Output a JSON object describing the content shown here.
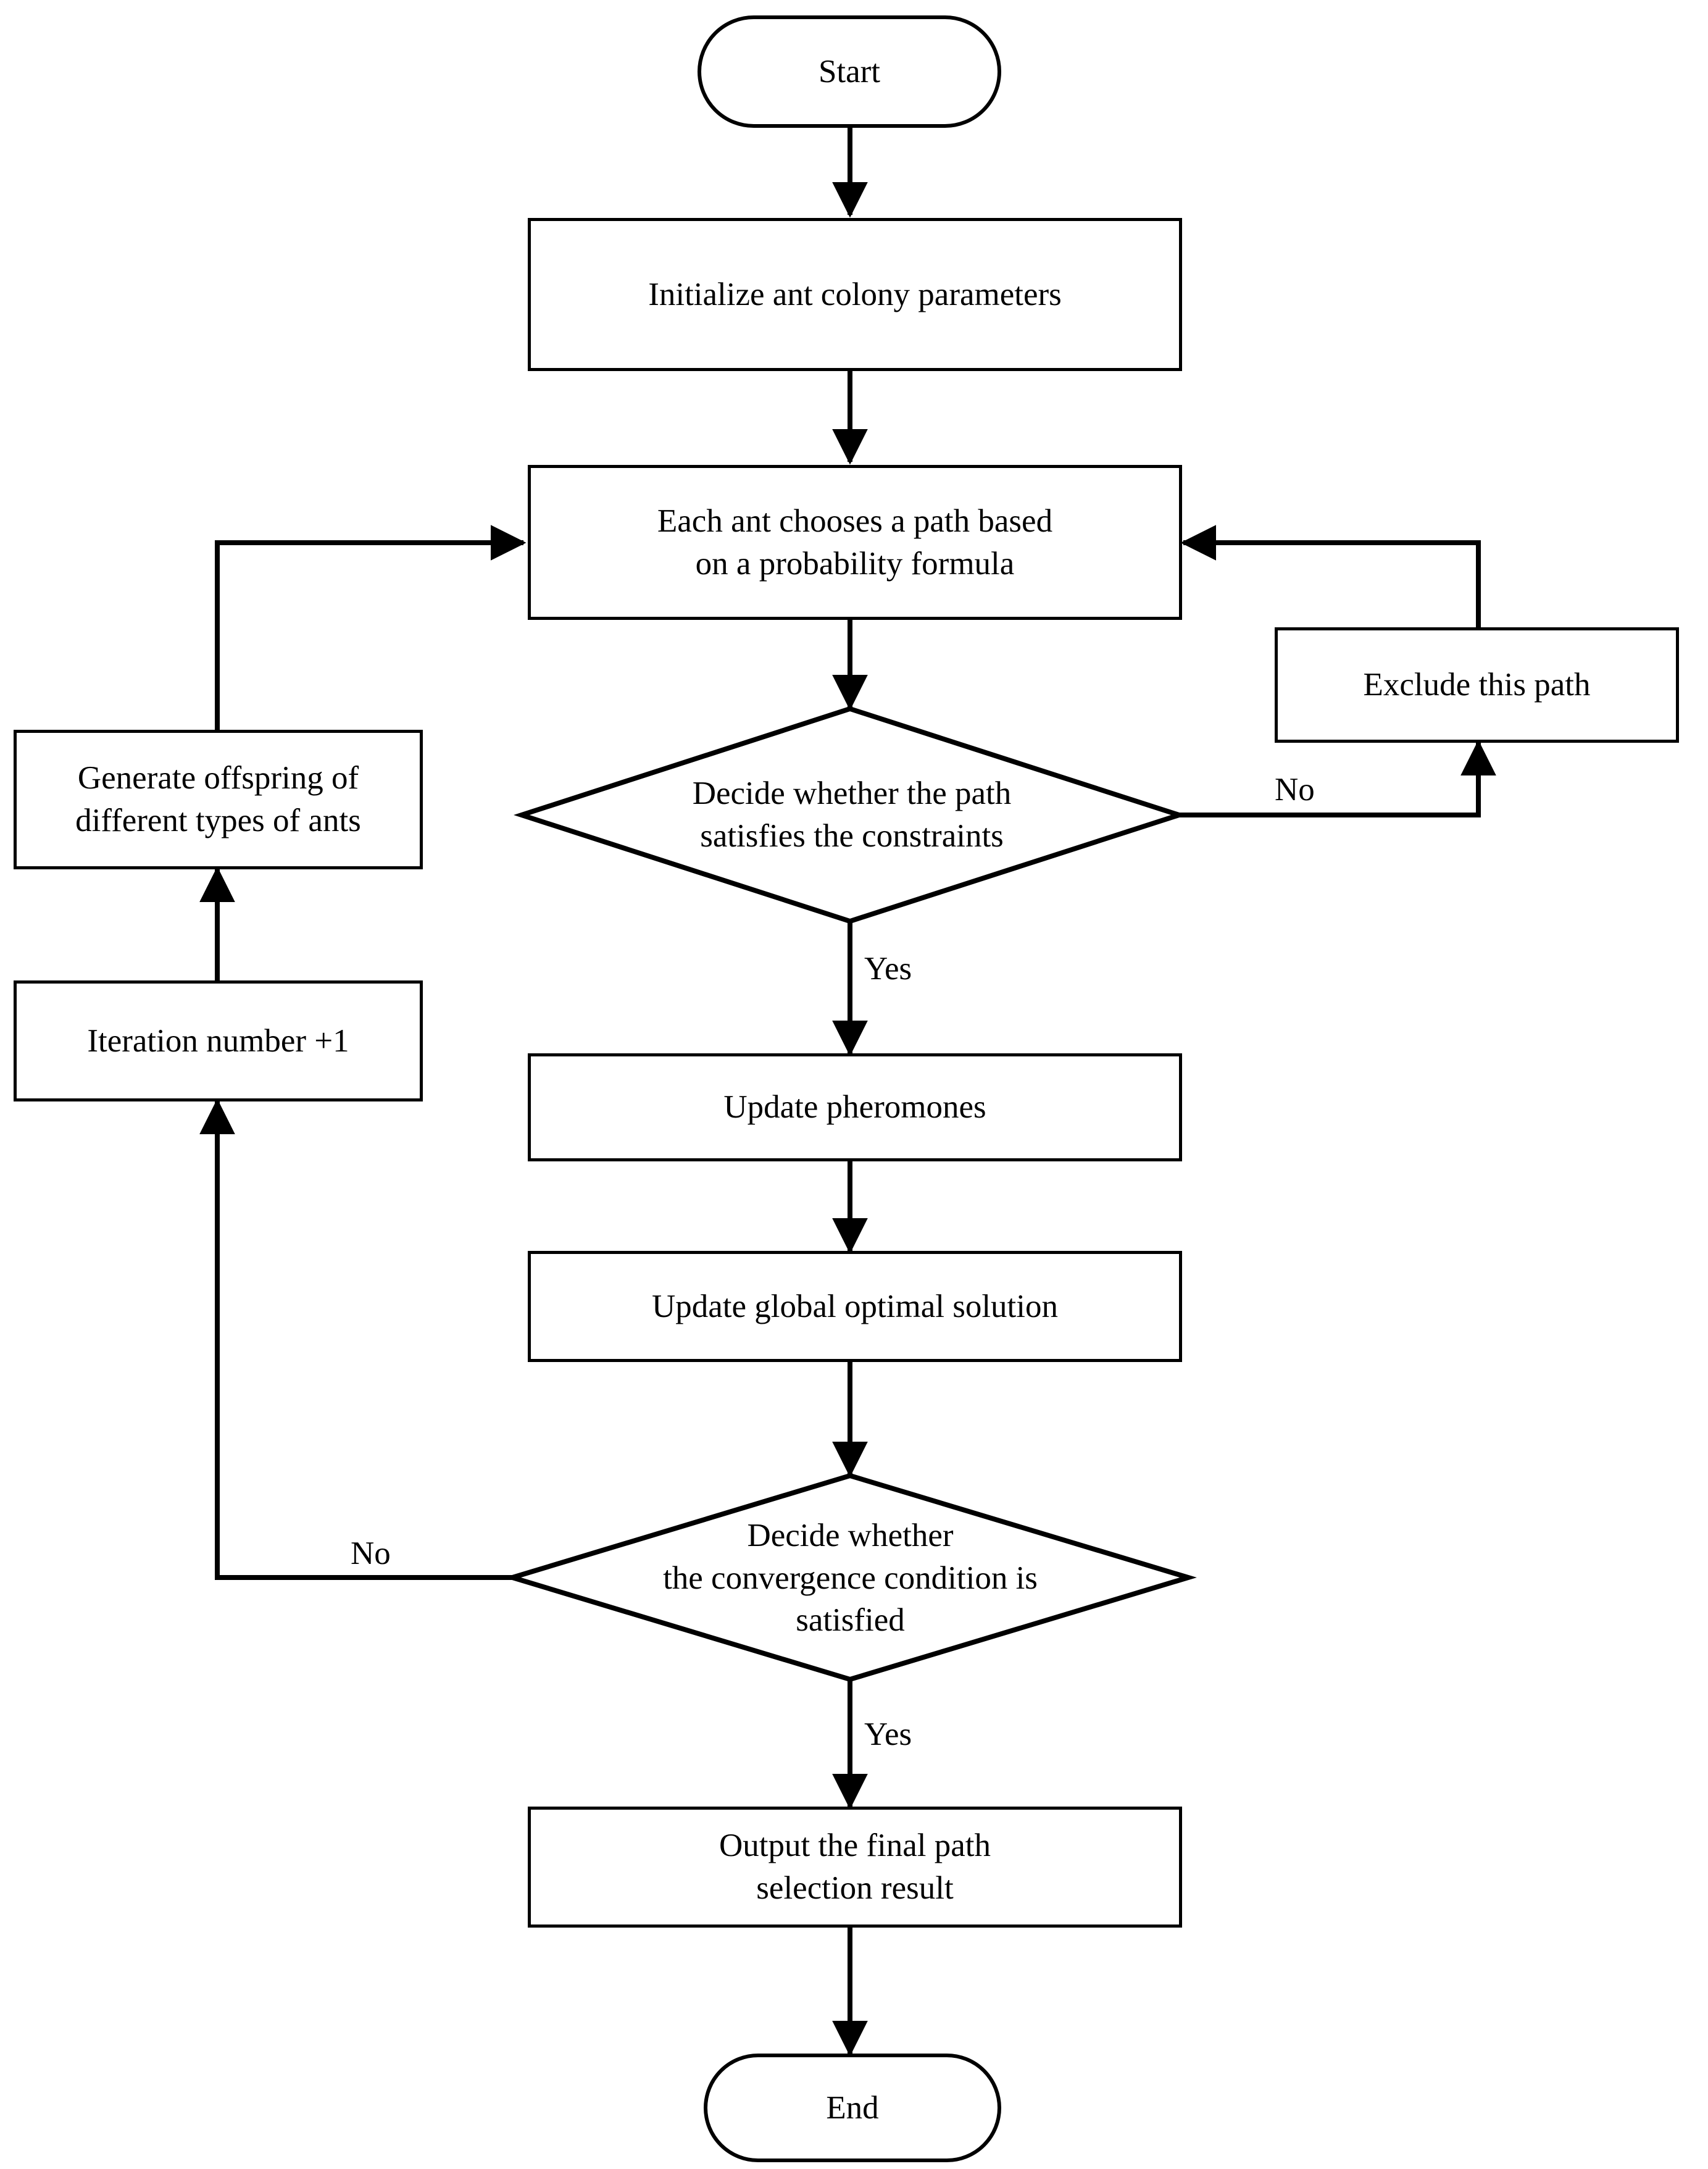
{
  "diagram": {
    "type": "flowchart",
    "title": "Ant colony optimization path selection flowchart",
    "orientation": "top-to-bottom",
    "line_color": "#000000",
    "fill_color": "#ffffff",
    "text_color": "#000000"
  },
  "nodes": {
    "start": {
      "label": "Start",
      "shape": "terminator"
    },
    "initialize": {
      "label": "Initialize ant colony parameters",
      "shape": "process"
    },
    "choose_path": {
      "label": "Each ant chooses a path based\non a probability formula",
      "shape": "process"
    },
    "decide_constraints": {
      "label": "Decide whether the path\nsatisfies the constraints",
      "shape": "decision"
    },
    "exclude_path": {
      "label": "Exclude this path",
      "shape": "process"
    },
    "generate_offspring": {
      "label": "Generate offspring of\ndifferent types of ants",
      "shape": "process"
    },
    "iteration_increment": {
      "label": "Iteration number +1",
      "shape": "process"
    },
    "update_pheromones": {
      "label": "Update pheromones",
      "shape": "process"
    },
    "update_global": {
      "label": "Update global optimal solution",
      "shape": "process"
    },
    "decide_convergence": {
      "label": "Decide whether\nthe convergence condition is\nsatisfied",
      "shape": "decision"
    },
    "output_result": {
      "label": "Output the final path\nselection result",
      "shape": "process"
    },
    "end": {
      "label": "End",
      "shape": "terminator"
    }
  },
  "edge_labels": {
    "constraints_no": "No",
    "constraints_yes": "Yes",
    "convergence_no": "No",
    "convergence_yes": "Yes"
  },
  "edges": [
    {
      "from": "start",
      "to": "initialize",
      "label": ""
    },
    {
      "from": "initialize",
      "to": "choose_path",
      "label": ""
    },
    {
      "from": "choose_path",
      "to": "decide_constraints",
      "label": ""
    },
    {
      "from": "decide_constraints",
      "to": "exclude_path",
      "label": "No"
    },
    {
      "from": "exclude_path",
      "to": "choose_path",
      "label": ""
    },
    {
      "from": "decide_constraints",
      "to": "update_pheromones",
      "label": "Yes"
    },
    {
      "from": "update_pheromones",
      "to": "update_global",
      "label": ""
    },
    {
      "from": "update_global",
      "to": "decide_convergence",
      "label": ""
    },
    {
      "from": "decide_convergence",
      "to": "iteration_increment",
      "label": "No"
    },
    {
      "from": "iteration_increment",
      "to": "generate_offspring",
      "label": ""
    },
    {
      "from": "generate_offspring",
      "to": "choose_path",
      "label": ""
    },
    {
      "from": "decide_convergence",
      "to": "output_result",
      "label": "Yes"
    },
    {
      "from": "output_result",
      "to": "end",
      "label": ""
    }
  ]
}
